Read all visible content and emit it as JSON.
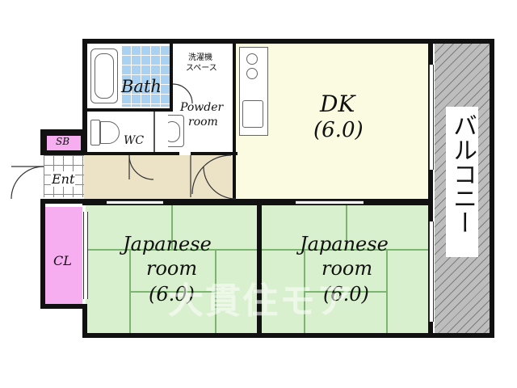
{
  "plan": {
    "rooms": {
      "bath": "Bath",
      "wash_space_line1": "洗濯機",
      "wash_space_line2": "スペース",
      "powder_line1": "Powder",
      "powder_line2": "room",
      "wc": "WC",
      "sb": "SB",
      "ent": "Ent",
      "cl": "CL",
      "dk_name": "DK",
      "dk_size": "(6.0)",
      "jp1_name_line1": "Japanese",
      "jp1_name_line2": "room",
      "jp1_size": "(6.0)",
      "jp2_name_line1": "Japanese",
      "jp2_name_line2": "room",
      "jp2_size": "(6.0)",
      "balcony": "バルコニー"
    },
    "watermark": "大貫住モア",
    "colors": {
      "tatami": "#d9f0cf",
      "dk": "#fbfbe2",
      "hall": "#ece2c6",
      "closet": "#f7aef0",
      "bath_tile": "#a9d2f2",
      "wall": "#111111",
      "balcony_hatch": "#9a9a9a"
    }
  }
}
